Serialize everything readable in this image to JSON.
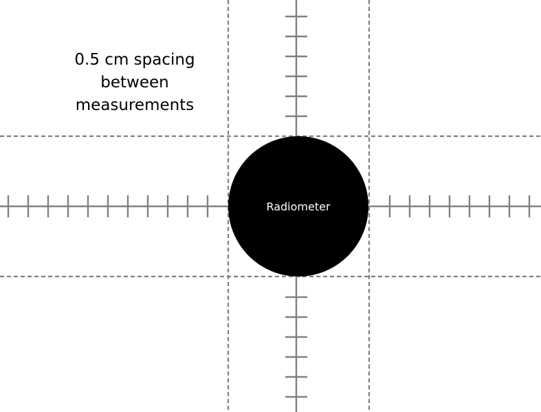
{
  "caption": {
    "line1": "0.5 cm spacing",
    "line2": "between",
    "line3": "measurements"
  },
  "radiometer": {
    "label": "Radiometer",
    "fill": "#000000"
  },
  "colors": {
    "guide": "#808080",
    "label_text": "#ffffff",
    "caption_text": "#000000"
  }
}
